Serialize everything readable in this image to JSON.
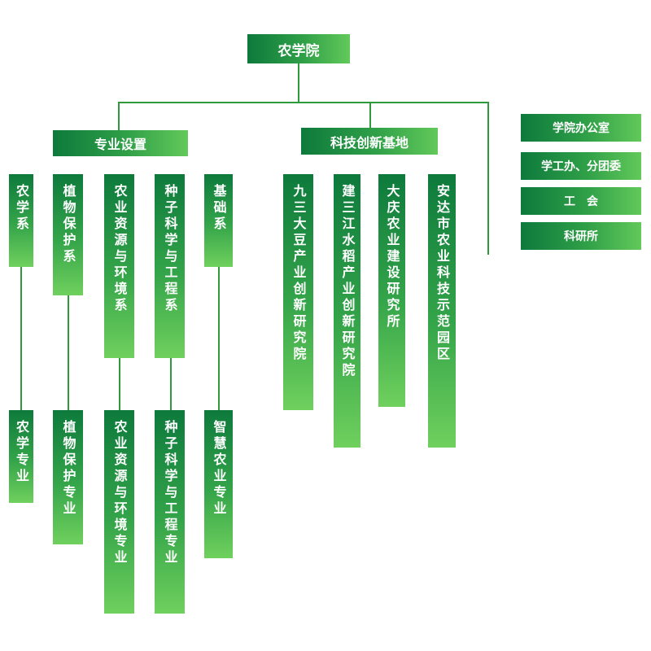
{
  "root": "农学院",
  "branches": {
    "majors_setup": "专业设置",
    "innovation_base": "科技创新基地"
  },
  "departments": [
    "农学系",
    "植物保护系",
    "农业资源与环境系",
    "种子科学与工程系",
    "基础系"
  ],
  "majors": [
    "农学专业",
    "植物保护专业",
    "农业资源与环境专业",
    "种子科学与工程专业",
    "智慧农业专业"
  ],
  "bases": [
    "九三大豆产业创新研究院",
    "建三江水稻产业创新研究院",
    "大庆农业建设研究所",
    "安达市农业科技示范园区"
  ],
  "offices": [
    "学院办公室",
    "学工办、分团委",
    "工　会",
    "科研所"
  ],
  "colors": {
    "dark_green": "#0d7a3c",
    "light_green": "#6fd05d",
    "line": "#2f9a3c"
  }
}
